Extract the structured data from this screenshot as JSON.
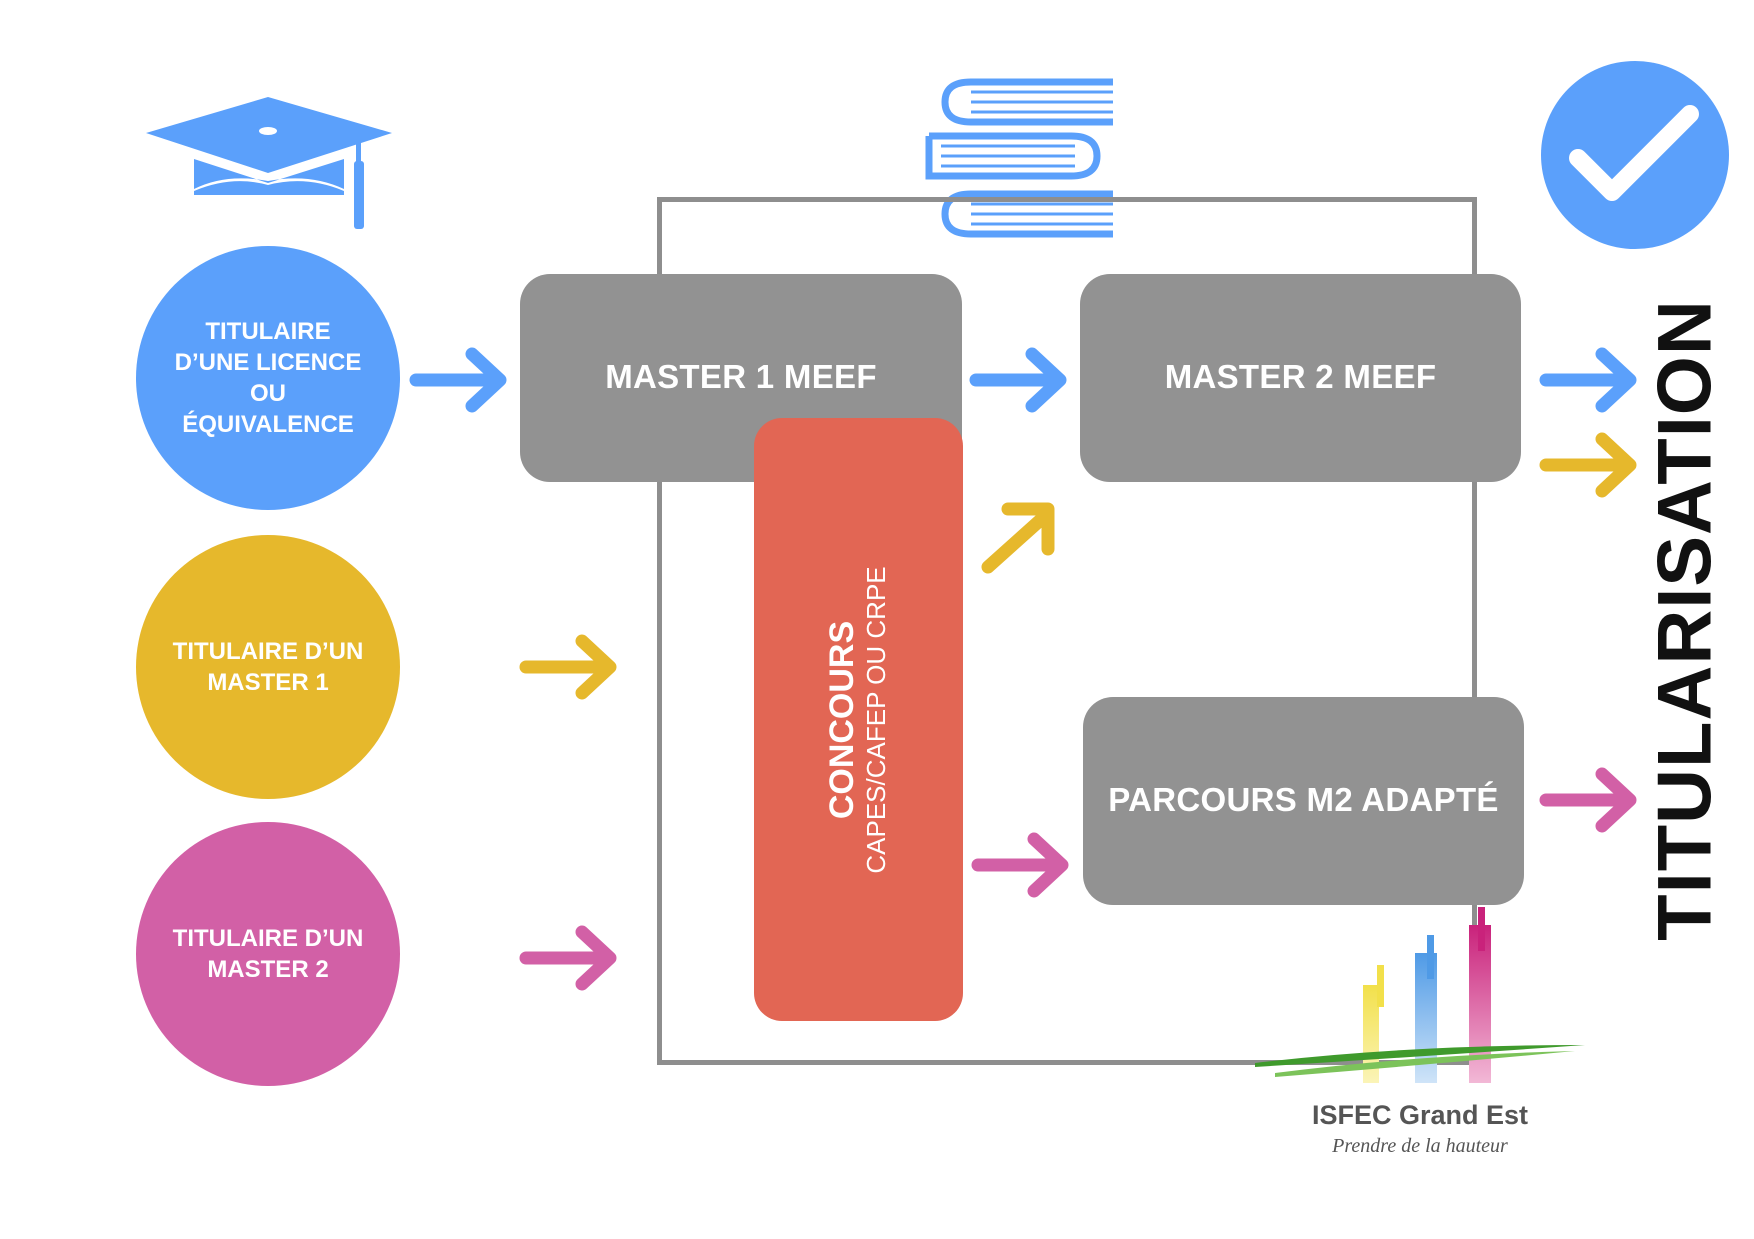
{
  "colors": {
    "blue": "#5ba0fb",
    "yellow": "#e6b82c",
    "pink": "#d260a6",
    "gray": "#929292",
    "red": "#e26654",
    "frame": "#8e8e8e"
  },
  "sources": [
    {
      "label": "TITULAIRE\nD’UNE LICENCE\nOU\nÉQUIVALENCE",
      "color": "blue"
    },
    {
      "label": "TITULAIRE D’UN\nMASTER 1",
      "color": "yellow"
    },
    {
      "label": "TITULAIRE D’UN\nMASTER 2",
      "color": "pink"
    }
  ],
  "stages": {
    "master1": "MASTER 1 MEEF",
    "master2": "MASTER 2 MEEF",
    "parcours": "PARCOURS M2 ADAPTÉ"
  },
  "concours": {
    "title": "CONCOURS",
    "subtitle": "CAPES/CAFEP OU CRPE"
  },
  "outcome": "TITULARISATION",
  "icons": [
    "graduation-cap-icon",
    "books-icon",
    "checkmark-icon"
  ],
  "logo": {
    "name": "ISFEC Grand Est",
    "tagline": "Prendre de la hauteur"
  }
}
